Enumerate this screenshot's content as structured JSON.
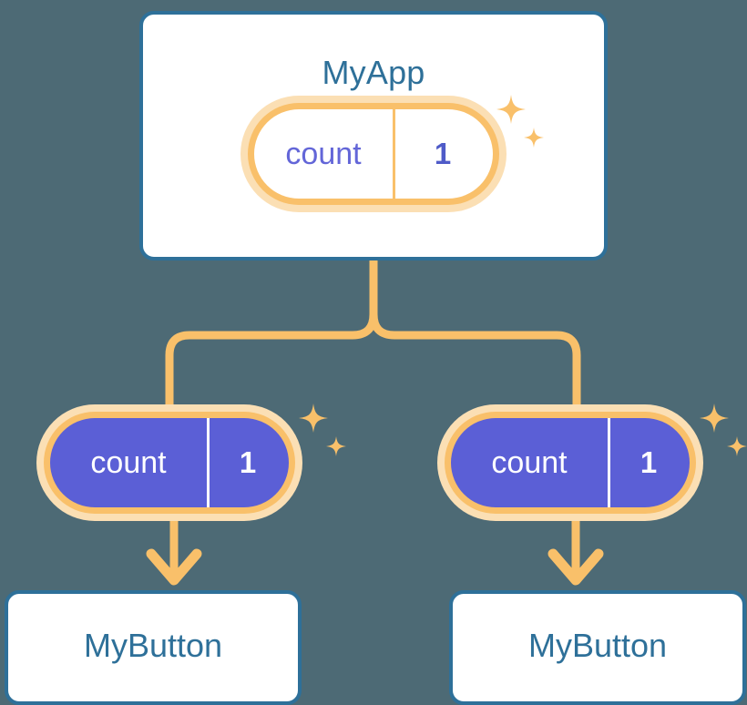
{
  "theme": {
    "background": "#4d6a75",
    "box_border": "#2e7099",
    "box_fill": "#ffffff",
    "title_text": "#2e7099",
    "pill_ring": "#f9c06a",
    "pill_glow": "#fbdfb4",
    "pill_fill_active": "#5b5fd6",
    "pill_fill_idle": "#ffffff",
    "signal_name_idle": "#6366d8",
    "signal_value_idle": "#4f5bc8",
    "signal_text_active": "#ffffff",
    "connector": "#f9c06a",
    "sparkle": "#f9c06a"
  },
  "diagram": {
    "type": "component-tree",
    "root": {
      "name": "root-component",
      "title": "MyApp",
      "signal": {
        "name": "count",
        "value": "1",
        "state": "idle"
      }
    },
    "children": [
      {
        "name": "child-component-left",
        "title": "MyButton",
        "signal": {
          "name": "count",
          "value": "1",
          "state": "active"
        }
      },
      {
        "name": "child-component-right",
        "title": "MyButton",
        "signal": {
          "name": "count",
          "value": "1",
          "state": "active"
        }
      }
    ],
    "connectors": [
      {
        "from": "root-component",
        "to": "child-component-left",
        "style": "branch"
      },
      {
        "from": "root-component",
        "to": "child-component-right",
        "style": "branch"
      },
      {
        "from": "child-component-left",
        "to": "mybutton-left",
        "style": "arrow"
      },
      {
        "from": "child-component-right",
        "to": "mybutton-right",
        "style": "arrow"
      }
    ],
    "sparkle_icons": [
      {
        "name": "sparkle-icon-root"
      },
      {
        "name": "sparkle-icon-left"
      },
      {
        "name": "sparkle-icon-right"
      }
    ]
  }
}
